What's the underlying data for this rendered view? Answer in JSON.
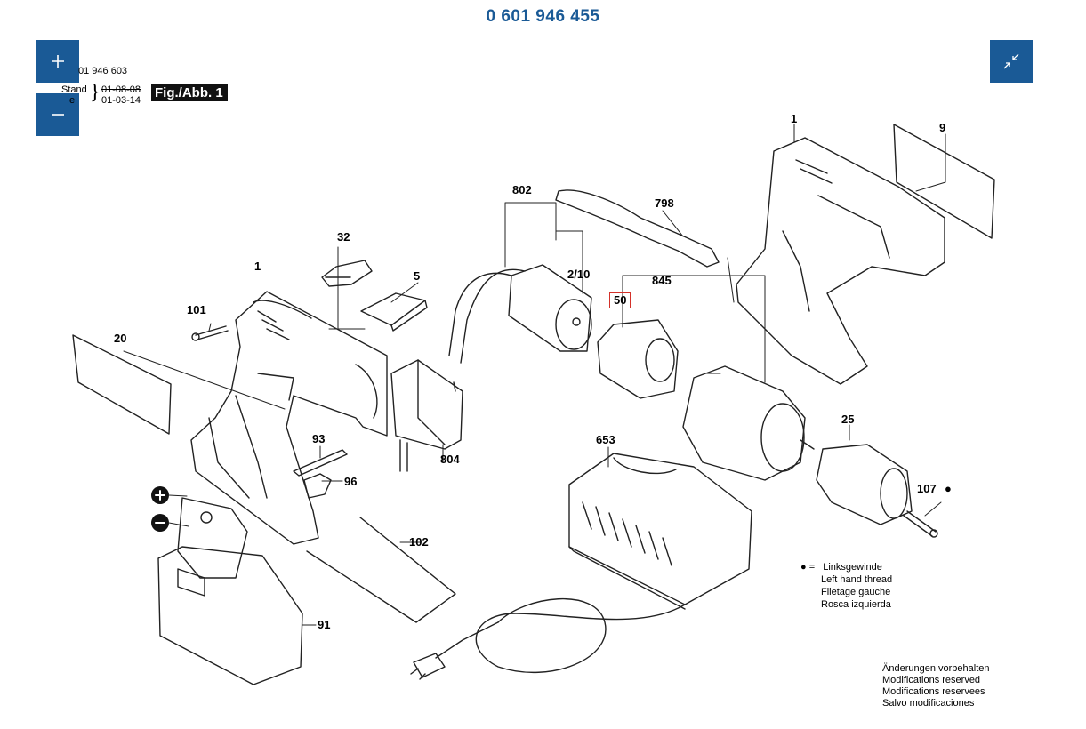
{
  "header": {
    "title": "0 601 946 455"
  },
  "controls": {
    "zoom_in": "+",
    "zoom_out": "−"
  },
  "meta": {
    "number": "01 946 603",
    "stand_line1": "Stand",
    "stand_line2": "e",
    "date_old": "01-08-08",
    "date_new": "01-03-14",
    "fig_label": "Fig./Abb. 1"
  },
  "parts": {
    "p802": "802",
    "p798": "798",
    "p1_right": "1",
    "p9": "9",
    "p32": "32",
    "p5": "5",
    "p1_left": "1",
    "p101": "101",
    "p2_10": "2/10",
    "p845": "845",
    "p50": "50",
    "p20": "20",
    "p804": "804",
    "p93": "93",
    "p96": "96",
    "p653": "653",
    "p25": "25",
    "p107": "107",
    "p102": "102",
    "p91": "91"
  },
  "legend": {
    "bullet": "●",
    "eq": "=",
    "de": "Linksgewinde",
    "en": "Left hand thread",
    "fr": "Filetage gauche",
    "es": "Rosca izquierda"
  },
  "footer": {
    "de": "Änderungen vorbehalten",
    "en": "Modifications reserved",
    "fr": "Modifications reservees",
    "es": "Salvo modificaciones"
  },
  "colors": {
    "accent": "#1a5a96",
    "highlight": "#d4312a"
  }
}
